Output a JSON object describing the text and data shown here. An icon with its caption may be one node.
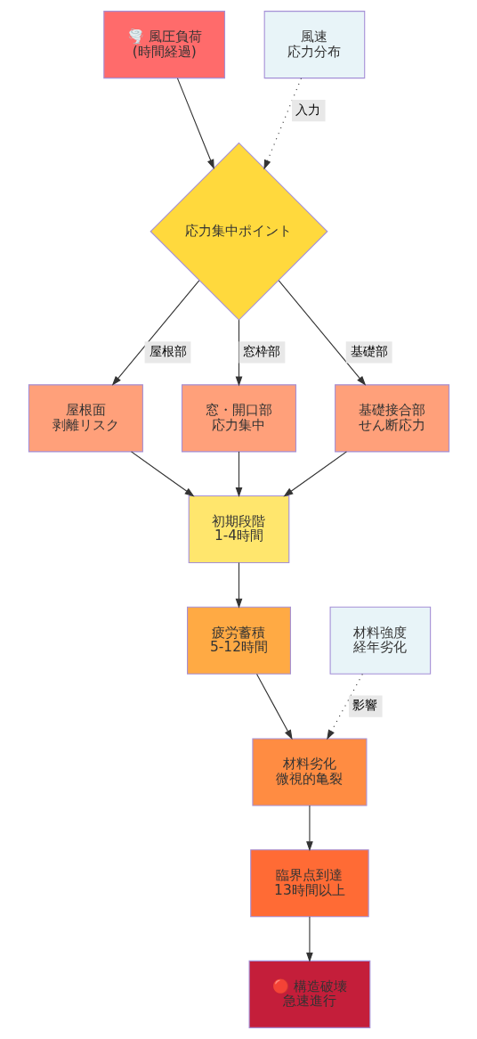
{
  "diagram": {
    "nodes": [
      {
        "text": [
          "🌪️ 風圧負荷(時間経過)"
        ]
      },
      {
        "text": [
          "風速応力分布"
        ]
      },
      {
        "text": [
          "応力集中ポイント"
        ]
      },
      {
        "text": [
          "屋根面剥離リスク"
        ]
      },
      {
        "text": [
          "窓・開口部応力集中"
        ]
      },
      {
        "text": [
          "基礎接合部せん断応力"
        ]
      },
      {
        "text": [
          "初期段階1-4時間"
        ]
      },
      {
        "text": [
          "疲労蓄積5-12時間"
        ]
      },
      {
        "text": [
          "材料強度経年劣化"
        ]
      },
      {
        "text": [
          "材料劣化微視的亀裂"
        ]
      },
      {
        "text": [
          "臨界点到達13時間以上"
        ]
      },
      {
        "text": [
          "🔴 構造破壊急速進行"
        ]
      }
    ],
    "edges": [
      {
        "from": 0,
        "to": 2,
        "arrow": "to"
      },
      {
        "from": 1,
        "to": 2,
        "arrow": "to",
        "label": "入力",
        "style": "dashed"
      },
      {
        "from": 2,
        "to": 3,
        "arrow": "to",
        "label": "屋根部"
      },
      {
        "from": 2,
        "to": 4,
        "arrow": "to",
        "label": "窓枠部"
      },
      {
        "from": 2,
        "to": 5,
        "arrow": "to",
        "label": "基礎部"
      },
      {
        "from": 3,
        "to": 6,
        "arrow": "to"
      },
      {
        "from": 4,
        "to": 6,
        "arrow": "to"
      },
      {
        "from": 5,
        "to": 6,
        "arrow": "to"
      },
      {
        "from": 6,
        "to": 7,
        "arrow": "to"
      },
      {
        "from": 7,
        "to": 9,
        "arrow": "to"
      },
      {
        "from": 8,
        "to": 9,
        "arrow": "to",
        "label": "影響",
        "style": "dashed"
      },
      {
        "from": 9,
        "to": 10,
        "arrow": "to"
      },
      {
        "from": 10,
        "to": 11,
        "arrow": "to"
      }
    ]
  }
}
